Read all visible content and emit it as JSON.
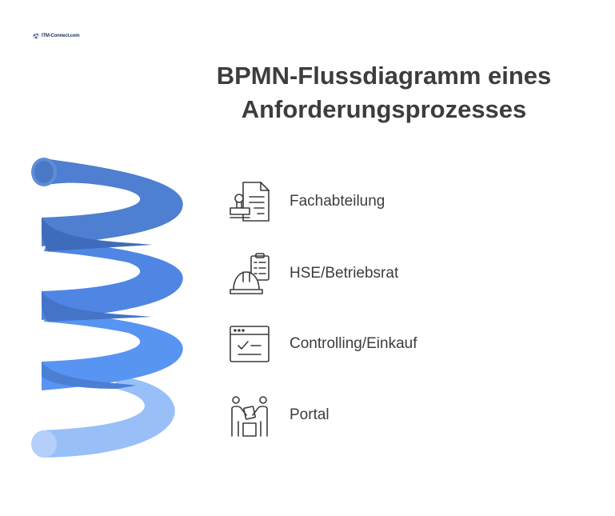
{
  "logo": {
    "text": "ITM-Connect.com"
  },
  "title": {
    "line1": "BPMN-Flussdiagramm eines",
    "line2": "Anforderungsprozesses"
  },
  "coil": {
    "colors": [
      "#4f7fd0",
      "#4f86e4",
      "#5894f2",
      "#99bff8"
    ]
  },
  "steps": [
    {
      "label": "Fachabteilung",
      "icon": "stamp-document-icon"
    },
    {
      "label": "HSE/Betriebsrat",
      "icon": "hardhat-checklist-icon"
    },
    {
      "label": "Controlling/Einkauf",
      "icon": "browser-checklist-icon"
    },
    {
      "label": "Portal",
      "icon": "people-exchange-icon"
    }
  ]
}
